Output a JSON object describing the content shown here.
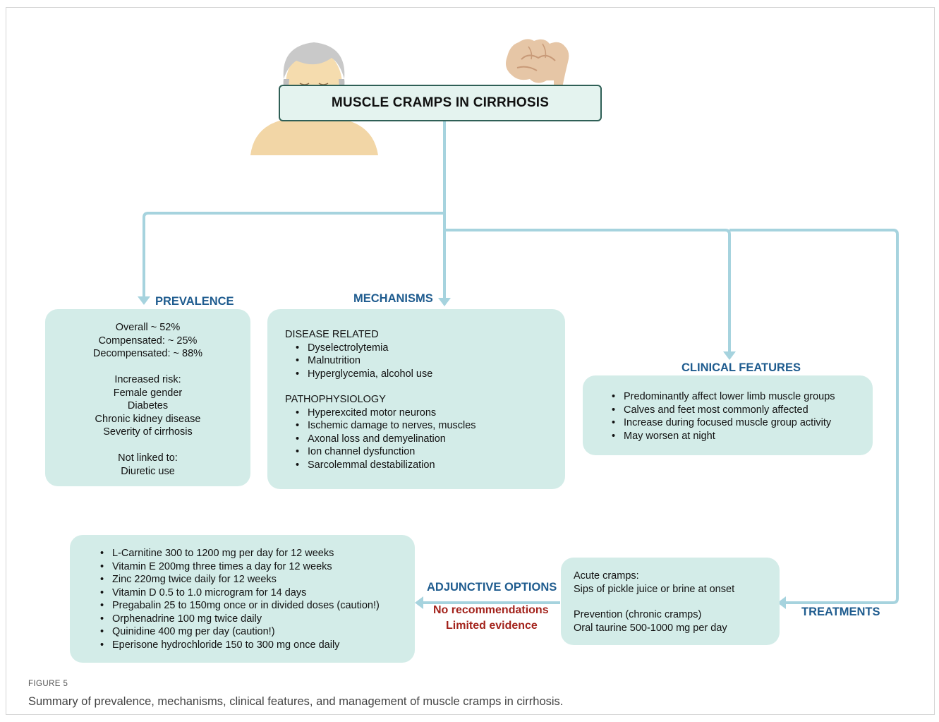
{
  "title": "MUSCLE CRAMPS IN CIRRHOSIS",
  "prevalence": {
    "heading": "PREVALENCE",
    "lines": [
      "Overall ~ 52%",
      "Compensated: ~ 25%",
      "Decompensated: ~ 88%",
      "",
      "Increased risk:",
      "Female gender",
      "Diabetes",
      "Chronic kidney disease",
      "Severity of cirrhosis",
      "",
      "Not linked to:",
      "Diuretic use"
    ]
  },
  "mechanisms": {
    "heading": "MECHANISMS",
    "disease_title": "DISEASE RELATED",
    "disease_items": [
      "Dyselectrolytemia",
      "Malnutrition",
      "Hyperglycemia, alcohol use"
    ],
    "patho_title": "PATHOPHYSIOLOGY",
    "patho_items": [
      "Hyperexcited motor neurons",
      "Ischemic damage to nerves, muscles",
      "Axonal loss and demyelination",
      "Ion channel dysfunction",
      "Sarcolemmal destabilization"
    ]
  },
  "clinical": {
    "heading": "CLINICAL FEATURES",
    "items": [
      "Predominantly affect lower limb muscle groups",
      "Calves and feet most commonly affected",
      "Increase during focused muscle group activity",
      "May worsen at night"
    ]
  },
  "treatments": {
    "heading": "TREATMENTS",
    "acute_title": "Acute cramps:",
    "acute_text": "Sips of pickle juice or brine at onset",
    "prevention_title": "Prevention (chronic cramps)",
    "prevention_text": "Oral taurine 500-1000 mg per day"
  },
  "adjunctive": {
    "heading": "ADJUNCTIVE OPTIONS",
    "note1": "No recommendations",
    "note2": "Limited evidence",
    "items": [
      "L-Carnitine 300 to 1200 mg per day for 12 weeks",
      "Vitamin E 200mg three times a day for 12 weeks",
      "Zinc 220mg twice daily for 12 weeks",
      "Vitamin D 0.5 to 1.0 microgram for 14 days",
      "Pregabalin 25 to 150mg once or in divided doses (caution!)",
      "Orphenadrine 100 mg twice daily",
      "Quinidine 400 mg per day (caution!)",
      "Eperisone hydrochloride 150 to 300 mg once daily"
    ]
  },
  "caption": {
    "label": "FIGURE 5",
    "text": "Summary of prevalence, mechanisms, clinical features, and management of muscle cramps in cirrhosis."
  },
  "colors": {
    "box_fill": "#d3ece8",
    "connector": "#a6d3de",
    "heading": "#1f5c8f",
    "evidence_note": "#a3231c"
  }
}
